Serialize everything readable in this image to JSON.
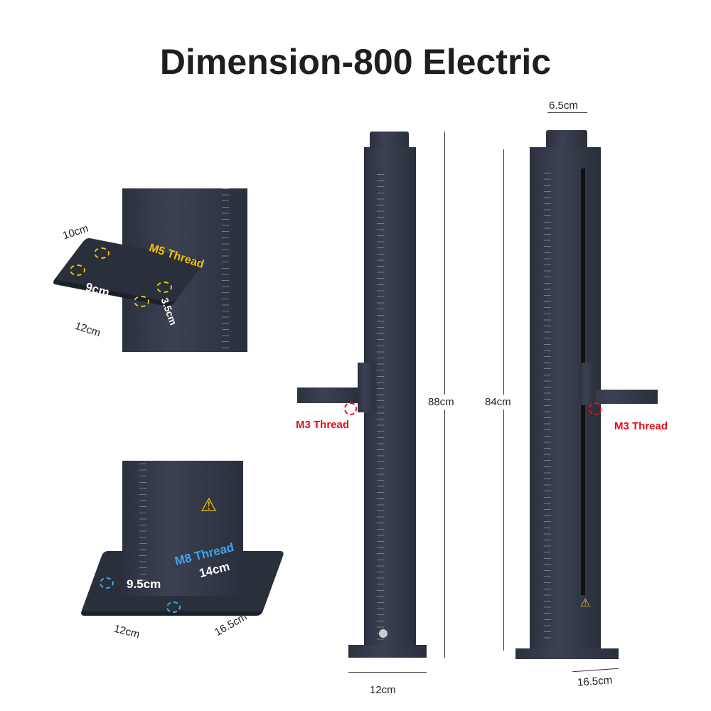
{
  "title": "Dimension-800 Electric",
  "column_left": {
    "height": "88cm",
    "base_width": "12cm",
    "thread": "M3 Thread"
  },
  "column_right": {
    "height": "84cm",
    "top_width": "6.5cm",
    "base_width": "16.5cm",
    "thread": "M3 Thread"
  },
  "inset_platform": {
    "depth": "10cm",
    "thread": "M5 Thread",
    "hole_spacing": "9cm",
    "offset": "3.5cm",
    "width": "12cm"
  },
  "inset_base": {
    "thread": "M8 Thread",
    "hole_spacing_a": "9.5cm",
    "hole_spacing_b": "14cm",
    "width": "12cm",
    "depth": "16.5cm"
  },
  "colors": {
    "thread_red": "#e0101e",
    "m5_yellow": "#f2c200",
    "m8_blue": "#3aa8e8"
  }
}
